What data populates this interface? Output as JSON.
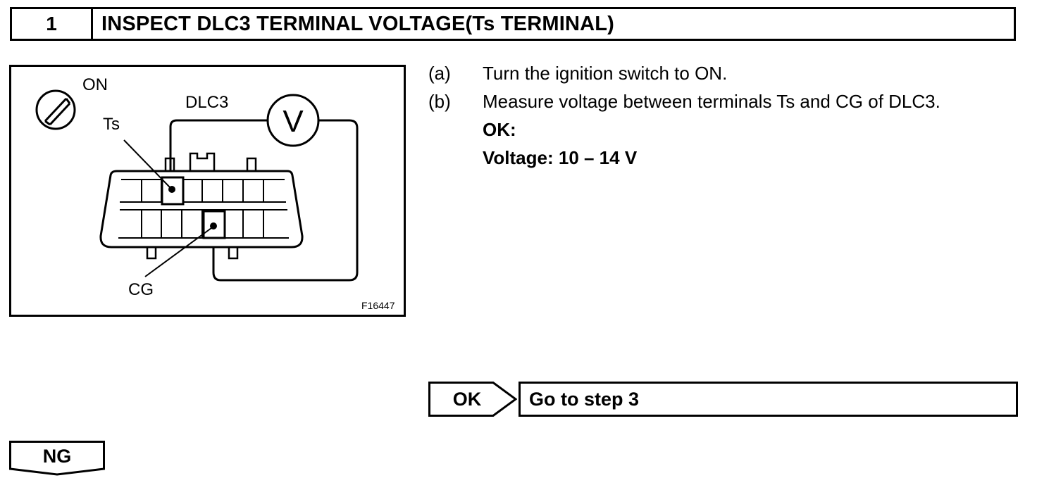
{
  "header": {
    "step_number": "1",
    "title": "INSPECT DLC3 TERMINAL VOLTAGE(Ts TERMINAL)"
  },
  "figure": {
    "ignition_label": "ON",
    "connector_label": "DLC3",
    "meter_symbol": "V",
    "terminal_ts_label": "Ts",
    "terminal_cg_label": "CG",
    "figure_code": "F16447",
    "icons": [
      "ignition-key-icon",
      "voltmeter-icon",
      "dlc3-connector-icon"
    ]
  },
  "steps": [
    {
      "label": "(a)",
      "text": "Turn the ignition switch to ON."
    },
    {
      "label": "(b)",
      "text": "Measure voltage between terminals Ts and CG of DLC3."
    }
  ],
  "spec": {
    "ok_heading": "OK:",
    "value": "Voltage: 10 – 14 V"
  },
  "results": {
    "ok_label": "OK",
    "ok_action": "Go to step 3",
    "ng_label": "NG"
  }
}
